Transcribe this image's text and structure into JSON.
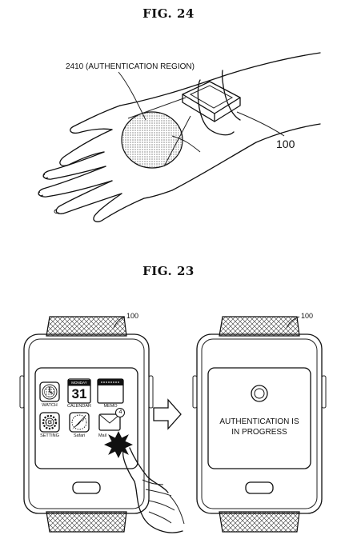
{
  "fig24": {
    "title": "FIG. 24",
    "region_label": "2410 (AUTHENTICATION REGION)",
    "device_ref": "100"
  },
  "fig23": {
    "title": "FIG. 23",
    "left_ref": "100",
    "right_ref": "100",
    "apps": [
      {
        "label": "WATCH",
        "icon": "clock-icon"
      },
      {
        "label": "CALENDAR",
        "icon": "calendar-icon",
        "header": "MONDAY",
        "value": "31"
      },
      {
        "label": "MEMO",
        "icon": "memo-icon"
      },
      {
        "label": "SETTING",
        "icon": "gear-icon"
      },
      {
        "label": "Safari",
        "icon": "compass-icon"
      },
      {
        "label": "Mail",
        "icon": "envelope-icon"
      }
    ],
    "badge": "4",
    "message_line1": "AUTHENTICATION IS",
    "message_line2": "IN PROGRESS"
  }
}
